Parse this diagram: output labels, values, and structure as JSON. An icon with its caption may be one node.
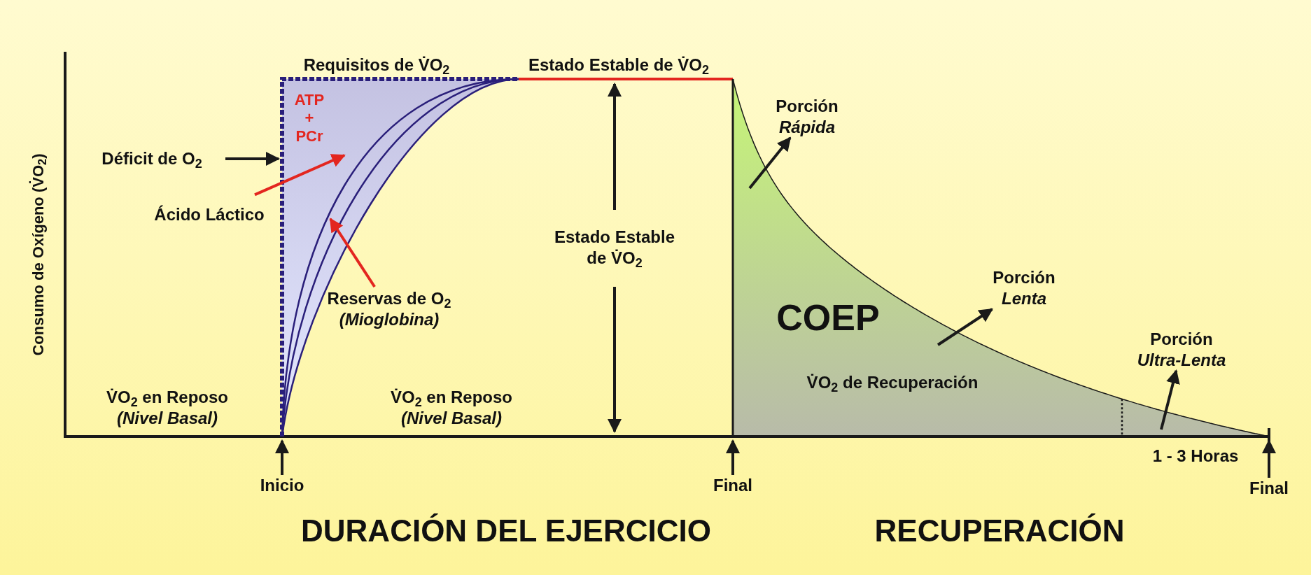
{
  "diagram": {
    "nodes": [
      {
        "text": [
          "Déficit de O$_{2}$"
        ]
      },
      {
        "text": [
          "Ácido Láctico"
        ]
      },
      {
        "text": [
          "Reservas de O$_{2}$",
          "(Mioglobina)"
        ]
      },
      {
        "text": [
          "Porción",
          "Rápida"
        ]
      },
      {
        "text": [
          "Porción",
          "Lenta"
        ]
      },
      {
        "text": [
          "Porción",
          "Ultra-Lenta"
        ]
      },
      {
        "text": [
          "Inicio"
        ]
      },
      {
        "text": [
          "Final"
        ]
      },
      {
        "text": [
          "Final"
        ]
      },
      {
        "text": [
          "ATP + PCr"
        ],
        "beside": [
          "Requisitos de V̇O$_{2}$"
        ]
      }
    ],
    "edges": [
      {
        "from": 0,
        "to": 9,
        "arrow": "to"
      },
      {
        "from": 1,
        "to": 9,
        "arrow": "to",
        "color": "#e3261f"
      },
      {
        "from": 2,
        "to": 9,
        "arrow": "to",
        "color": "#e3261f"
      },
      {
        "from": null,
        "to": 3,
        "arrow": "to"
      },
      {
        "from": null,
        "to": 4,
        "arrow": "to"
      },
      {
        "from": null,
        "to": 5,
        "arrow": "to"
      },
      {
        "from": 6,
        "to": 9,
        "arrow": "to"
      },
      {
        "from": 7,
        "to": null,
        "arrow": "to"
      },
      {
        "from": 8,
        "to": null,
        "arrow": "to"
      }
    ],
    "labels": [
      "Estado Estable de V̇O$_{2}$",
      "Consumo de Oxígeno (V̇O$_{2}$)",
      "Estado Estable de V̇O$_{2}$",
      "COEP",
      "V̇O$_{2}$ en Reposo",
      "(Nivel Basal)",
      "V̇O$_{2}$ en Reposo",
      "(Nivel Basal)",
      "V̇O$_{2}$ de Recuperación",
      "1 - 3 Horas",
      "DURACIÓN DEL EJERCICIO",
      "RECUPERACIÓN"
    ]
  }
}
